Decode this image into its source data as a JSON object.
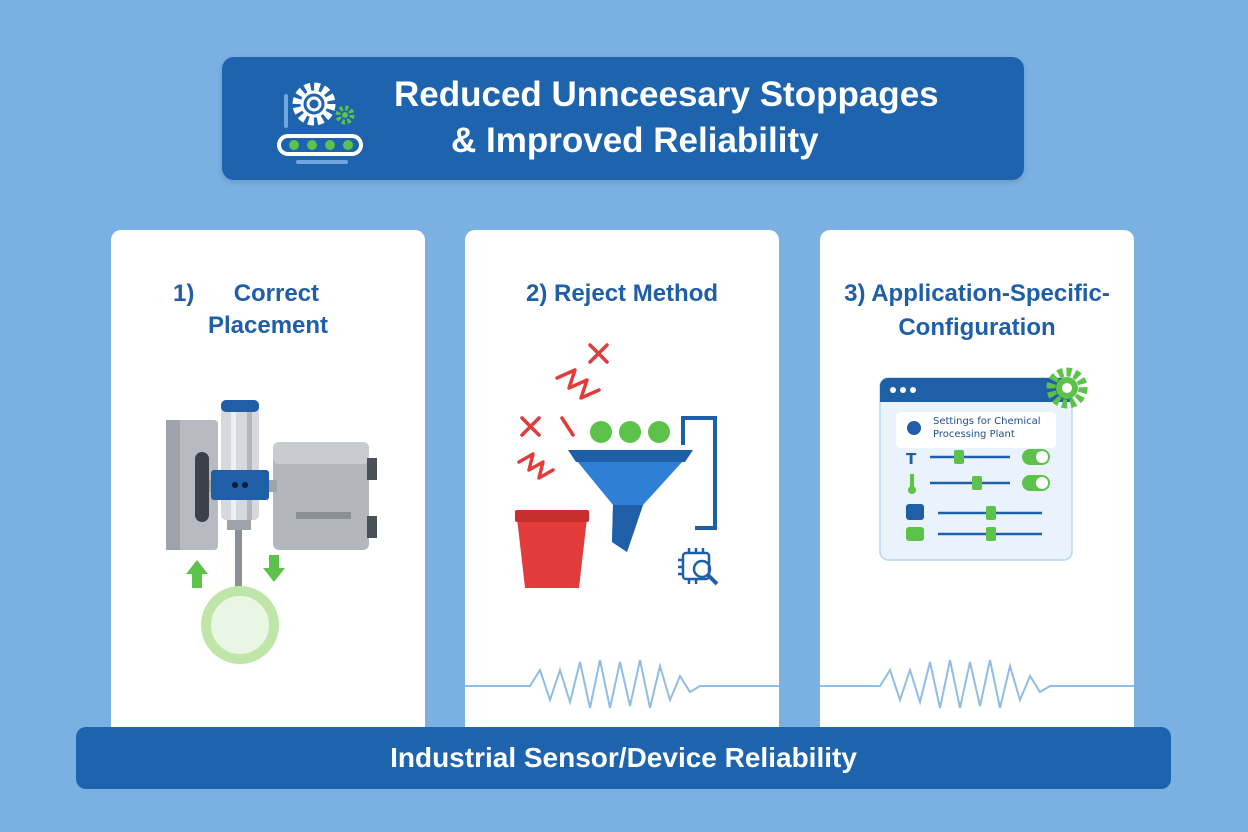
{
  "header": {
    "title_line1": "Reduced Unnceesary Stoppages",
    "title_line2": "& Improved Reliability"
  },
  "cards": [
    {
      "number": "1)",
      "title_line1": "Correct",
      "title_line2": "Placement"
    },
    {
      "title_line1": "2) Reject Method"
    },
    {
      "title_line1": "3) Application-Specific-",
      "title_line2": "Configuration",
      "settings_line1": "Settings for Chemical",
      "settings_line2": "Processing Plant"
    }
  ],
  "footer": {
    "label": "Industrial Sensor/Device Reliability"
  },
  "colors": {
    "background": "#7bb0e3",
    "primary_blue": "#1d63ad",
    "accent_green": "#5cc24a",
    "reject_red": "#e23b3b",
    "card_white": "#ffffff"
  },
  "icons": [
    "gear-conveyor-icon",
    "sensor-device-icon",
    "funnel-icon",
    "reject-bin-icon",
    "chip-magnifier-icon",
    "settings-window-icon",
    "gear-icon"
  ]
}
